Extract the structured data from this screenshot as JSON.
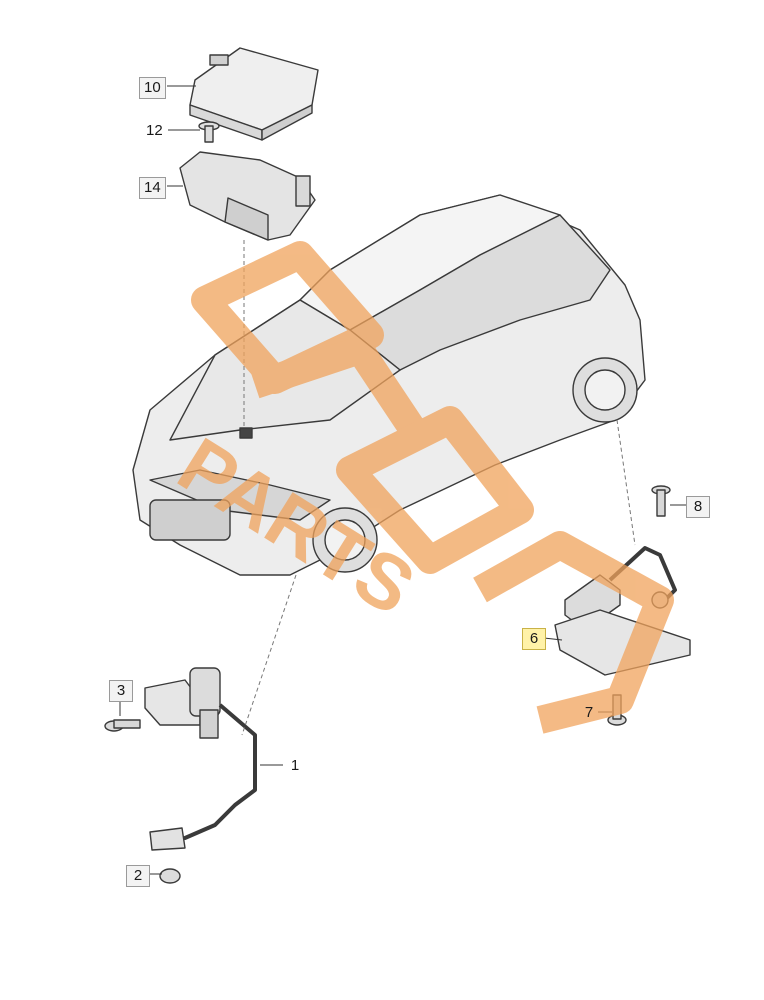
{
  "callouts": [
    {
      "id": "c10",
      "label": "10"
    },
    {
      "id": "c12",
      "label": "12"
    },
    {
      "id": "c14",
      "label": "14"
    },
    {
      "id": "c8",
      "label": "8"
    },
    {
      "id": "c6",
      "label": "6"
    },
    {
      "id": "c7",
      "label": "7"
    },
    {
      "id": "c3",
      "label": "3"
    },
    {
      "id": "c1",
      "label": "1"
    },
    {
      "id": "c2",
      "label": "2"
    }
  ],
  "watermark": {
    "text": "PARTS",
    "color": "#f0a35c"
  },
  "colors": {
    "line": "#3a3a3a",
    "fill": "#e9e9e9",
    "fill_dark": "#c9c9c9"
  }
}
